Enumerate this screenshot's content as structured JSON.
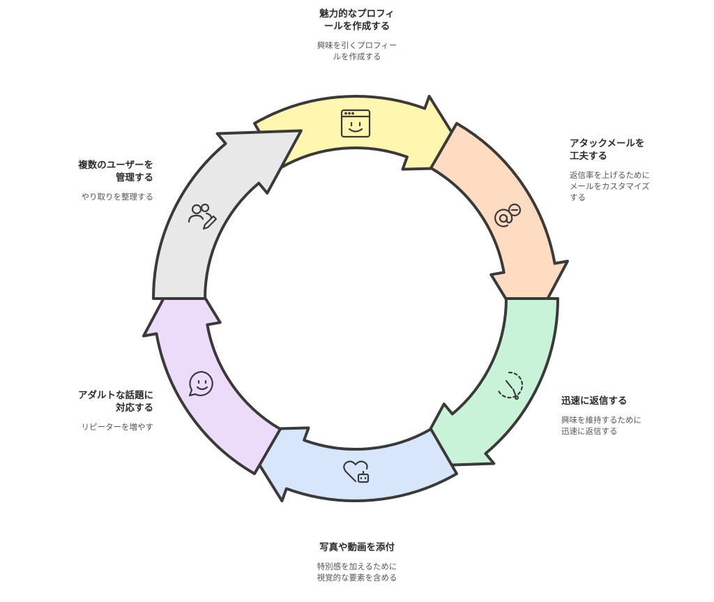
{
  "colors": {
    "outline": "#3a3a3a",
    "seg1": "#fff6b0",
    "seg2": "#fddcc2",
    "seg3": "#c8f3d8",
    "seg4": "#d8e6fc",
    "seg5": "#ecdcfa",
    "seg6": "#e8e8e8"
  },
  "steps": [
    {
      "title": "魅力的なプロフィ\nールを作成する",
      "desc": "興味を引くプロフィー\nルを作成する",
      "icon": "browser-smile-icon"
    },
    {
      "title": "アタックメールを\n工夫する",
      "desc": "返信率を上げるために\nメールをカスタマイズ\nする",
      "icon": "at-minus-icon"
    },
    {
      "title": "迅速に返信する",
      "desc": "興味を維持するために\n迅速に返信する",
      "icon": "clock-icon"
    },
    {
      "title": "写真や動画を添付",
      "desc": "特別感を加えるために\n視覚的な要素を含める",
      "icon": "heart-bot-icon"
    },
    {
      "title": "アダルトな話題に\n対応する",
      "desc": "リピーターを増やす",
      "icon": "chat-smile-icon"
    },
    {
      "title": "複数のユーザーを\n管理する",
      "desc": "やり取りを整理する",
      "icon": "users-edit-icon"
    }
  ]
}
